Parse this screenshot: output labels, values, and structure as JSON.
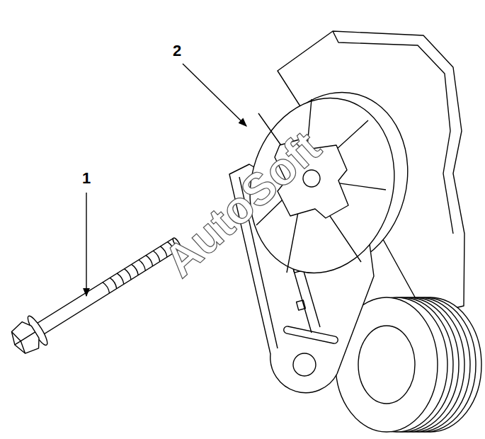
{
  "diagram": {
    "labels": [
      "1",
      "2",
      "AutoSoft"
    ]
  }
}
